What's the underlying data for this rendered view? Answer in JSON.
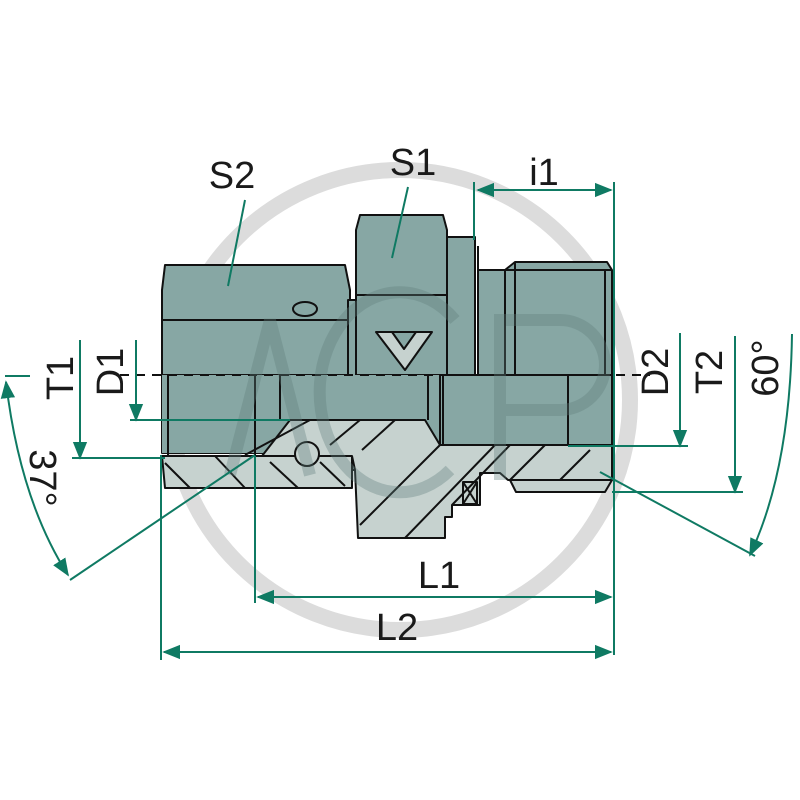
{
  "drawing": {
    "title": "Hydraulic straight adapter fitting – technical drawing",
    "watermark": "AGP",
    "colors": {
      "body_fill": "#87a7a4",
      "section_fill": "#c6d2cf",
      "outline": "#111111",
      "dimension_lines": "#0f7a63",
      "watermark": "#dcdcdc"
    },
    "labels": {
      "s2": "S2",
      "s1": "S1",
      "i1": "i1",
      "t1": "T1",
      "d1": "D1",
      "d2": "D2",
      "t2": "T2",
      "angle_left": "37°",
      "angle_right": "60°",
      "l1": "L1",
      "l2": "L2"
    }
  }
}
